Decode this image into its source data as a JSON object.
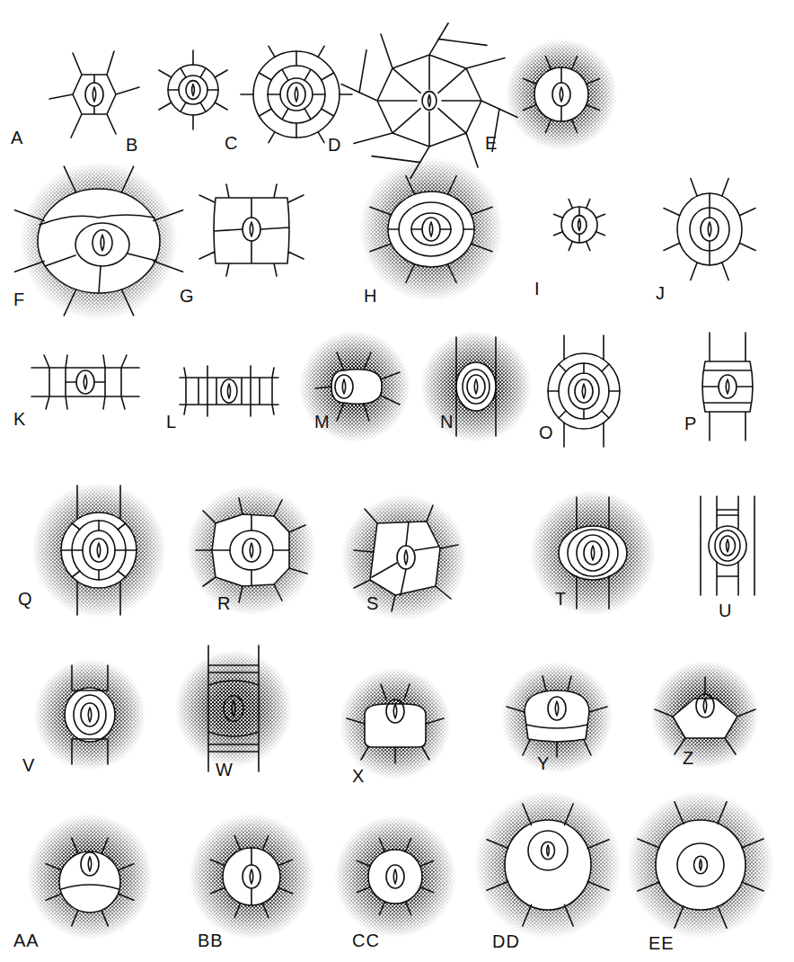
{
  "diagram": {
    "labels": [
      "A",
      "B",
      "C",
      "D",
      "E",
      "F",
      "G",
      "H",
      "I",
      "J",
      "K",
      "L",
      "M",
      "N",
      "O",
      "P",
      "Q",
      "R",
      "S",
      "T",
      "U",
      "V",
      "W",
      "X",
      "Y",
      "Z",
      "AA",
      "BB",
      "CC",
      "DD",
      "EE"
    ]
  }
}
